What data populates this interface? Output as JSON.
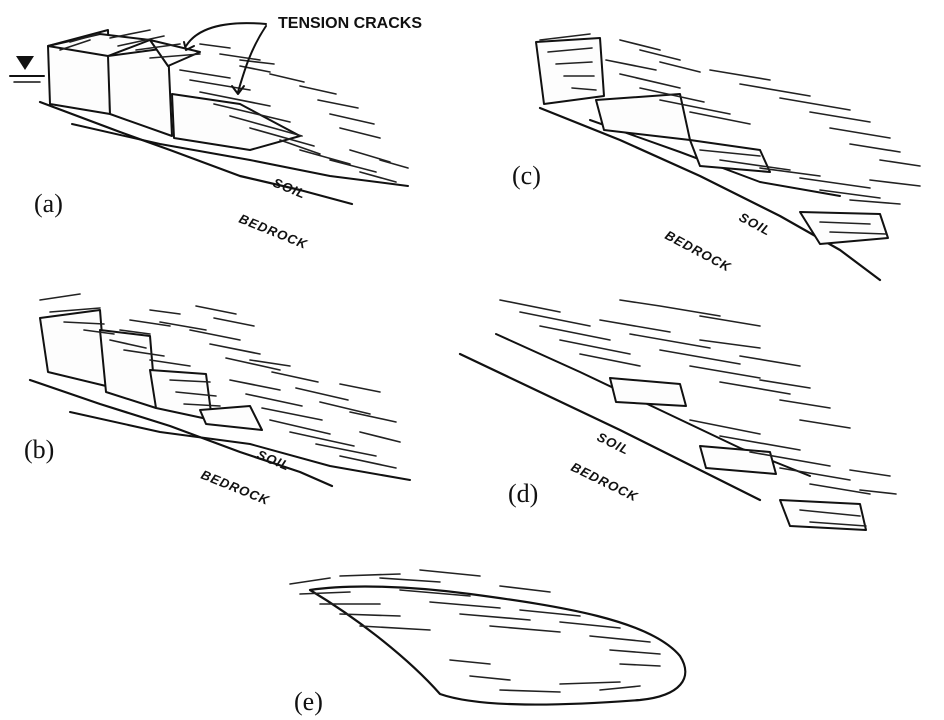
{
  "annotation": "TENSION CRACKS",
  "panels": [
    {
      "id": "a",
      "label": "(a)",
      "soil": "SOIL",
      "bedrock": "BEDROCK"
    },
    {
      "id": "b",
      "label": "(b)",
      "soil": "SOIL",
      "bedrock": "BEDROCK"
    },
    {
      "id": "c",
      "label": "(c)",
      "soil": "SOIL",
      "bedrock": "BEDROCK"
    },
    {
      "id": "d",
      "label": "(d)",
      "soil": "SOIL",
      "bedrock": "BEDROCK"
    },
    {
      "id": "e",
      "label": "(e)"
    }
  ]
}
